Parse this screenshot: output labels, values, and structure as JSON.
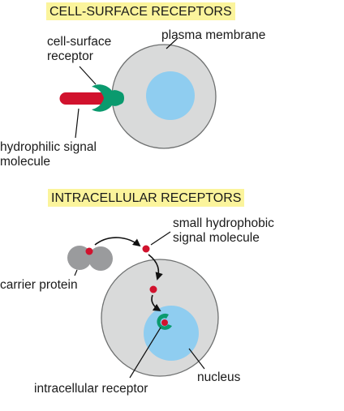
{
  "sections": {
    "cell_surface": {
      "title": "CELL-SURFACE RECEPTORS",
      "labels": {
        "receptor_line1": "cell-surface",
        "receptor_line2": "receptor",
        "membrane": "plasma membrane",
        "signal_line1": "hydrophilic signal",
        "signal_line2": "molecule"
      }
    },
    "intracellular": {
      "title": "INTRACELLULAR RECEPTORS",
      "labels": {
        "signal_line1": "small hydrophobic",
        "signal_line2": "signal molecule",
        "carrier": "carrier protein",
        "nucleus": "nucleus",
        "receptor": "intracellular receptor"
      }
    }
  },
  "colors": {
    "heading_bg": "#fbf49c",
    "cell_fill": "#d9dada",
    "nucleus_fill": "#8fcdf0",
    "signal_red": "#d1122d",
    "receptor_green": "#0a9a6e",
    "carrier_gray": "#9a9b9d"
  }
}
